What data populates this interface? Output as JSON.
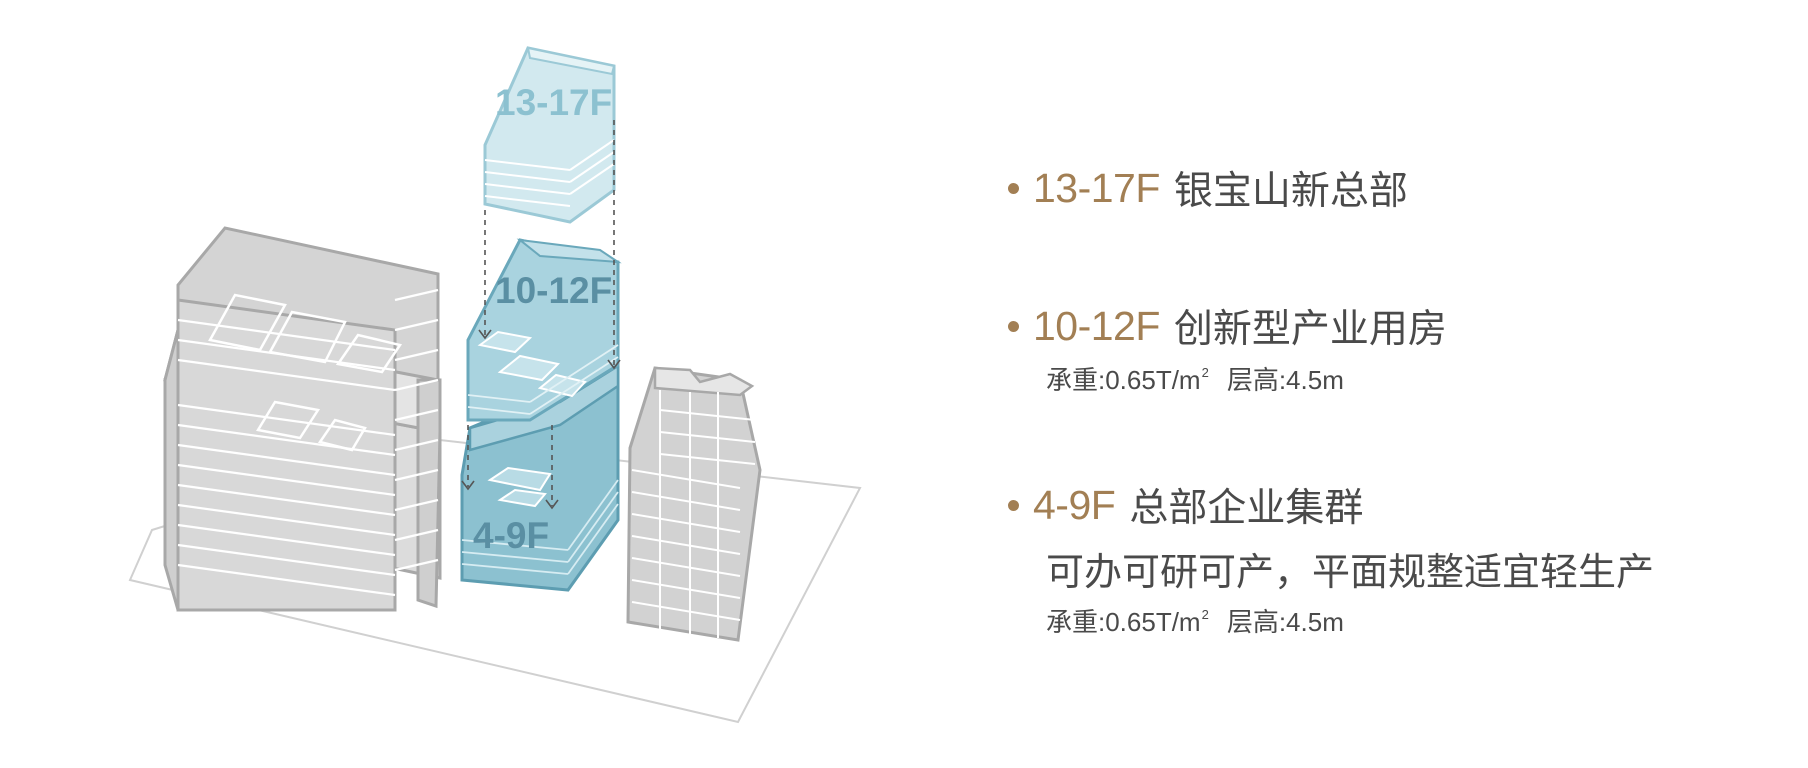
{
  "diagram": {
    "labels": {
      "top": "13-17F",
      "middle": "10-12F",
      "bottom": "4-9F"
    }
  },
  "legend": [
    {
      "floors": "13-17F",
      "name": "银宝山新总部"
    },
    {
      "floors": "10-12F",
      "name": "创新型产业用房",
      "load": "承重:0.65T/m",
      "load_sup": "2",
      "height": "层高:4.5m"
    },
    {
      "floors": "4-9F",
      "name": "总部企业集群",
      "desc": "可办可研可产，平面规整适宜轻生产",
      "load": "承重:0.65T/m",
      "load_sup": "2",
      "height": "层高:4.5m"
    }
  ],
  "colors": {
    "accent": "#a27f54",
    "text": "#4a4a4a",
    "gray_building": "#c8c8c8",
    "blue_light": "#d2e9ef",
    "blue_mid": "#a9d3df",
    "blue_dark": "#8cc1d0"
  }
}
